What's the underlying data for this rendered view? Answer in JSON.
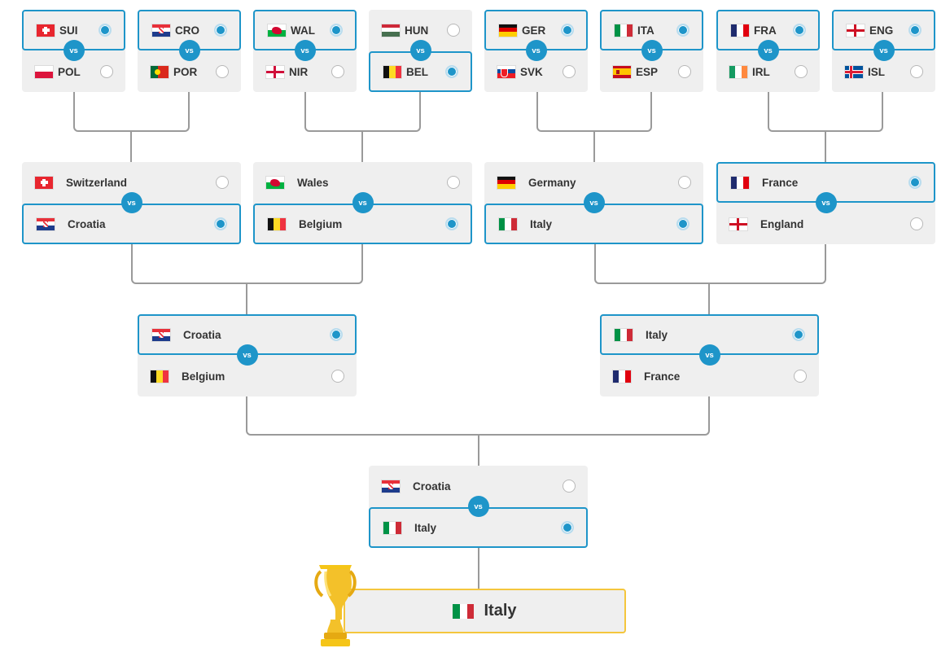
{
  "vs_label": "vs",
  "colors": {
    "accent": "#1e95c9",
    "connector": "#9a9a9a",
    "champion_border": "#f4c63d",
    "card_bg": "#efefef"
  },
  "round_of_16": [
    {
      "id": "r16-1",
      "top": {
        "code": "SUI",
        "flag": "flag-sui",
        "selected": true
      },
      "bottom": {
        "code": "POL",
        "flag": "flag-pol",
        "selected": false
      }
    },
    {
      "id": "r16-2",
      "top": {
        "code": "CRO",
        "flag": "flag-cro",
        "selected": true
      },
      "bottom": {
        "code": "POR",
        "flag": "flag-por",
        "selected": false
      }
    },
    {
      "id": "r16-3",
      "top": {
        "code": "WAL",
        "flag": "flag-wal",
        "selected": true
      },
      "bottom": {
        "code": "NIR",
        "flag": "flag-nir",
        "selected": false
      }
    },
    {
      "id": "r16-4",
      "top": {
        "code": "HUN",
        "flag": "flag-hun",
        "selected": false
      },
      "bottom": {
        "code": "BEL",
        "flag": "flag-bel",
        "selected": true
      }
    },
    {
      "id": "r16-5",
      "top": {
        "code": "GER",
        "flag": "flag-ger",
        "selected": true
      },
      "bottom": {
        "code": "SVK",
        "flag": "flag-svk",
        "selected": false
      }
    },
    {
      "id": "r16-6",
      "top": {
        "code": "ITA",
        "flag": "flag-ita",
        "selected": true
      },
      "bottom": {
        "code": "ESP",
        "flag": "flag-esp",
        "selected": false
      }
    },
    {
      "id": "r16-7",
      "top": {
        "code": "FRA",
        "flag": "flag-fra",
        "selected": true
      },
      "bottom": {
        "code": "IRL",
        "flag": "flag-irl",
        "selected": false
      }
    },
    {
      "id": "r16-8",
      "top": {
        "code": "ENG",
        "flag": "flag-eng",
        "selected": true
      },
      "bottom": {
        "code": "ISL",
        "flag": "flag-isl",
        "selected": false
      }
    }
  ],
  "quarter_finals": [
    {
      "id": "qf-1",
      "top": {
        "name": "Switzerland",
        "flag": "flag-sui",
        "selected": false
      },
      "bottom": {
        "name": "Croatia",
        "flag": "flag-cro",
        "selected": true
      }
    },
    {
      "id": "qf-2",
      "top": {
        "name": "Wales",
        "flag": "flag-wal",
        "selected": false
      },
      "bottom": {
        "name": "Belgium",
        "flag": "flag-bel",
        "selected": true
      }
    },
    {
      "id": "qf-3",
      "top": {
        "name": "Germany",
        "flag": "flag-ger",
        "selected": false
      },
      "bottom": {
        "name": "Italy",
        "flag": "flag-ita",
        "selected": true
      }
    },
    {
      "id": "qf-4",
      "top": {
        "name": "France",
        "flag": "flag-fra",
        "selected": true
      },
      "bottom": {
        "name": "England",
        "flag": "flag-eng",
        "selected": false
      }
    }
  ],
  "semi_finals": [
    {
      "id": "sf-1",
      "top": {
        "name": "Croatia",
        "flag": "flag-cro",
        "selected": true
      },
      "bottom": {
        "name": "Belgium",
        "flag": "flag-bel",
        "selected": false
      }
    },
    {
      "id": "sf-2",
      "top": {
        "name": "Italy",
        "flag": "flag-ita",
        "selected": true
      },
      "bottom": {
        "name": "France",
        "flag": "flag-fra",
        "selected": false
      }
    }
  ],
  "final": {
    "id": "final",
    "top": {
      "name": "Croatia",
      "flag": "flag-cro",
      "selected": false
    },
    "bottom": {
      "name": "Italy",
      "flag": "flag-ita",
      "selected": true
    }
  },
  "champion": {
    "name": "Italy",
    "flag": "flag-ita",
    "icon": "trophy-icon"
  }
}
